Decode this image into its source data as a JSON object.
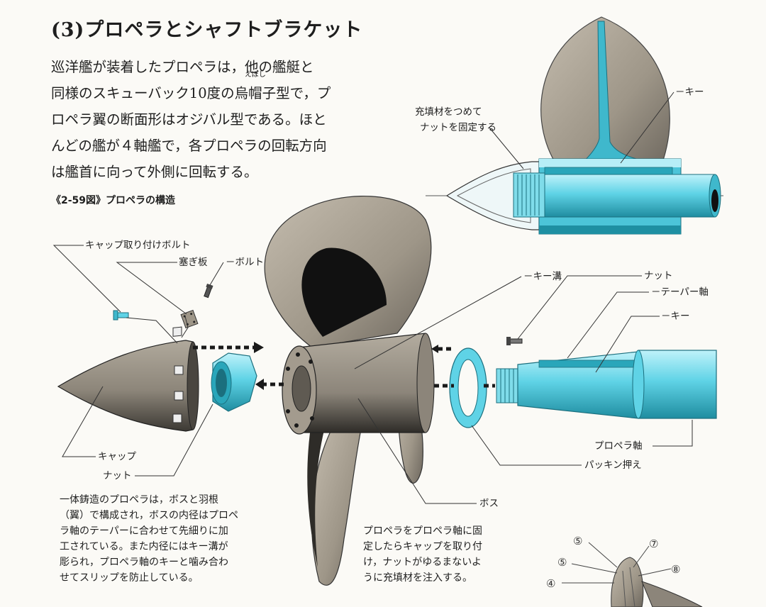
{
  "heading": "(3)プロペラとシャフトブラケット",
  "body_lines": [
    "巡洋艦が装着したプロペラは，他の艦艇と",
    "同様のスキューバック10度の",
    "型で，プ",
    "ロペラ翼の断面形はオジバル型である。ほと",
    "んどの艦が４軸艦で，各プロペラの回転方向",
    "は艦首に向って外側に回転する。"
  ],
  "ruby": {
    "base": "烏帽子",
    "reading": "えぼし"
  },
  "figure_title": "《2-59図》プロペラの構造",
  "labels": {
    "key_top": "キー",
    "filler_1": "充填材をつめて",
    "filler_2": "ナットを固定する",
    "cap_bolt": "キャップ取り付けボルト",
    "cover_plate": "塞ぎ板",
    "bolt": "ボルト",
    "keyway": "キー溝",
    "nut_right": "ナット",
    "taper_shaft": "テーパー軸",
    "key_right": "キー",
    "propeller_shaft": "プロペラ軸",
    "packing_holder": "パッキン押え",
    "cap": "キャップ",
    "nut_left": "ナット",
    "boss": "ボス"
  },
  "caption_left": [
    "一体鋳造のプロペラは，ボスと羽根",
    "（翼）で構成され，ボスの内径はプロペ",
    "ラ軸のテーパーに合わせて先細りに加",
    "工されている。また内径にはキー溝が",
    "彫られ，プロペラ軸のキーと噛み合わ",
    "せてスリップを防止している。"
  ],
  "caption_right": [
    "プロペラをプロペラ軸に固",
    "定したらキャップを取り付",
    "け，ナットがゆるまないよ",
    "うに充填材を注入する。"
  ],
  "markers": [
    "⑤",
    "⑦",
    "⑤",
    "⑧",
    "④"
  ],
  "colors": {
    "cyan": "#5fd3e6",
    "bronze": "#9e9688",
    "dark": "#1a1a1a"
  }
}
